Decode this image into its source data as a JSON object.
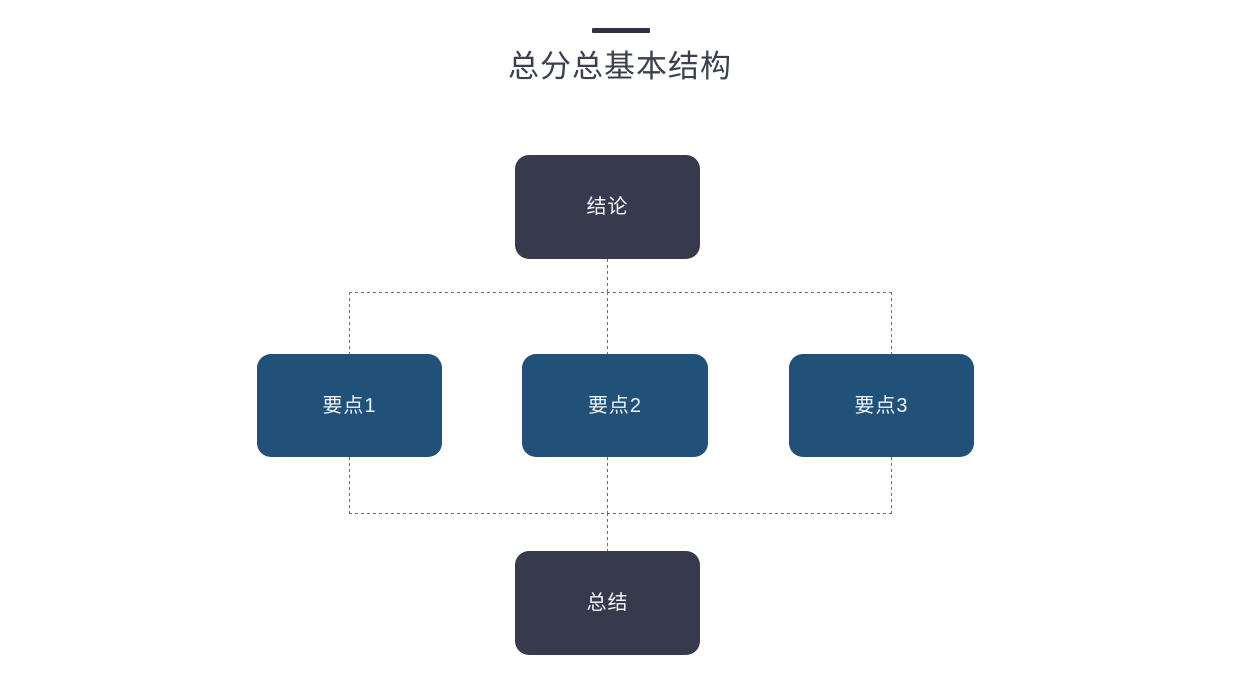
{
  "slide": {
    "title": "总分总基本结构",
    "accent_color": "#2f3242",
    "background_color": "#ffffff",
    "title_color": "#3b3f4e"
  },
  "diagram": {
    "type": "hierarchy-flowchart",
    "connector_style": "dotted",
    "connector_color": "#6f6f6f",
    "node_colors": {
      "dark": "#373a4d",
      "blue": "#215179",
      "label": "#f2f4f8"
    },
    "nodes": [
      {
        "id": "conclusion",
        "label": "结论",
        "role": "top",
        "style": "dark"
      },
      {
        "id": "point-1",
        "label": "要点1",
        "role": "branch",
        "style": "blue"
      },
      {
        "id": "point-2",
        "label": "要点2",
        "role": "branch",
        "style": "blue"
      },
      {
        "id": "point-3",
        "label": "要点3",
        "role": "branch",
        "style": "blue"
      },
      {
        "id": "summary",
        "label": "总结",
        "role": "bottom",
        "style": "dark"
      }
    ],
    "edges": [
      {
        "from": "conclusion",
        "to": "point-1"
      },
      {
        "from": "conclusion",
        "to": "point-2"
      },
      {
        "from": "conclusion",
        "to": "point-3"
      },
      {
        "from": "point-1",
        "to": "summary"
      },
      {
        "from": "point-2",
        "to": "summary"
      },
      {
        "from": "point-3",
        "to": "summary"
      }
    ]
  }
}
